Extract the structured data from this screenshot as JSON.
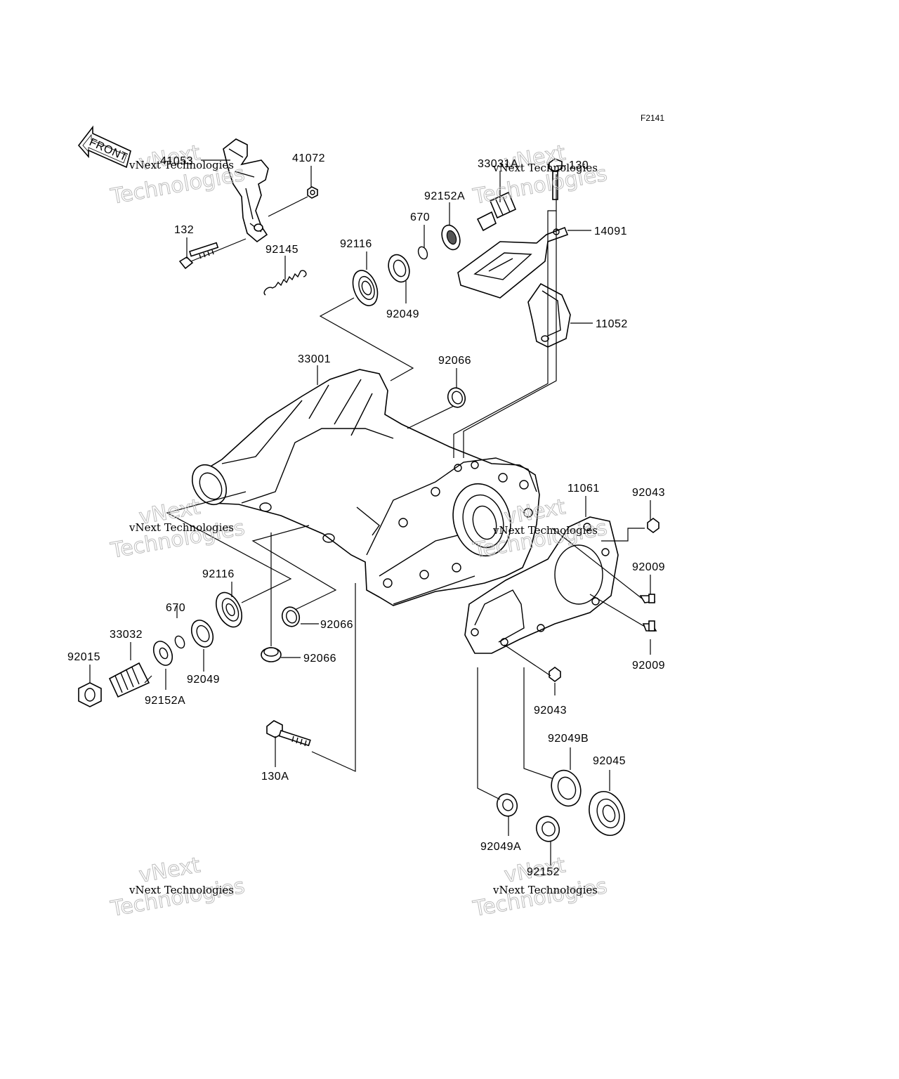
{
  "figure_code": "F2141",
  "front_label": "FRONT",
  "watermark": {
    "line": "vNext Technologies",
    "big_top": "vNext",
    "big_bottom": "Technologies"
  },
  "callouts": [
    {
      "id": "41053",
      "text": "41053"
    },
    {
      "id": "41072",
      "text": "41072"
    },
    {
      "id": "132",
      "text": "132"
    },
    {
      "id": "92145",
      "text": "92145"
    },
    {
      "id": "92116_top",
      "text": "92116"
    },
    {
      "id": "92049_top",
      "text": "92049"
    },
    {
      "id": "670_top",
      "text": "670"
    },
    {
      "id": "92152A_top",
      "text": "92152A"
    },
    {
      "id": "33031A",
      "text": "33031A"
    },
    {
      "id": "130",
      "text": "130"
    },
    {
      "id": "14091",
      "text": "14091"
    },
    {
      "id": "11052",
      "text": "11052"
    },
    {
      "id": "92066_top",
      "text": "92066"
    },
    {
      "id": "33001",
      "text": "33001"
    },
    {
      "id": "11061",
      "text": "11061"
    },
    {
      "id": "92043_top",
      "text": "92043"
    },
    {
      "id": "92009_top",
      "text": "92009"
    },
    {
      "id": "92009_bot",
      "text": "92009"
    },
    {
      "id": "92116_bot",
      "text": "92116"
    },
    {
      "id": "670_bot",
      "text": "670"
    },
    {
      "id": "33032",
      "text": "33032"
    },
    {
      "id": "92015",
      "text": "92015"
    },
    {
      "id": "92049_bot",
      "text": "92049"
    },
    {
      "id": "92152A_bot",
      "text": "92152A"
    },
    {
      "id": "92066_mid",
      "text": "92066"
    },
    {
      "id": "92066_bot",
      "text": "92066"
    },
    {
      "id": "92043_bot",
      "text": "92043"
    },
    {
      "id": "130A",
      "text": "130A"
    },
    {
      "id": "92049B",
      "text": "92049B"
    },
    {
      "id": "92045",
      "text": "92045"
    },
    {
      "id": "92049A",
      "text": "92049A"
    },
    {
      "id": "92152",
      "text": "92152"
    }
  ]
}
